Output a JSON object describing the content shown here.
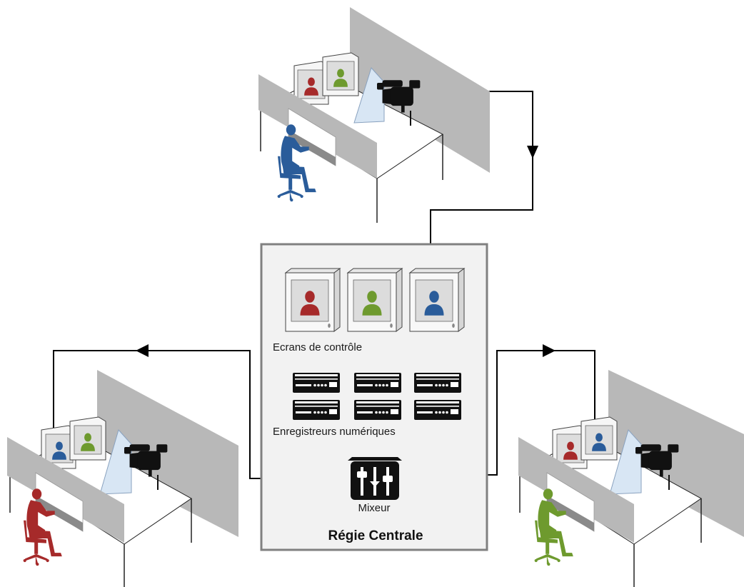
{
  "regie": {
    "title": "Régie Centrale",
    "monitors_label": "Ecrans de contrôle",
    "recorders_label": "Enregistreurs numériques",
    "mixer_label": "Mixeur"
  },
  "colors": {
    "red": "#a62a2a",
    "green": "#6e9a2e",
    "blue": "#2a5c9a",
    "partition": "#b8b8b8",
    "regie_bg": "#f2f2f2",
    "regie_border": "#808080",
    "wire": "#000000"
  },
  "icons": [
    "person-icon",
    "camera-icon",
    "recorder-icon",
    "mixer-icon",
    "chair-icon",
    "monitor-icon"
  ]
}
